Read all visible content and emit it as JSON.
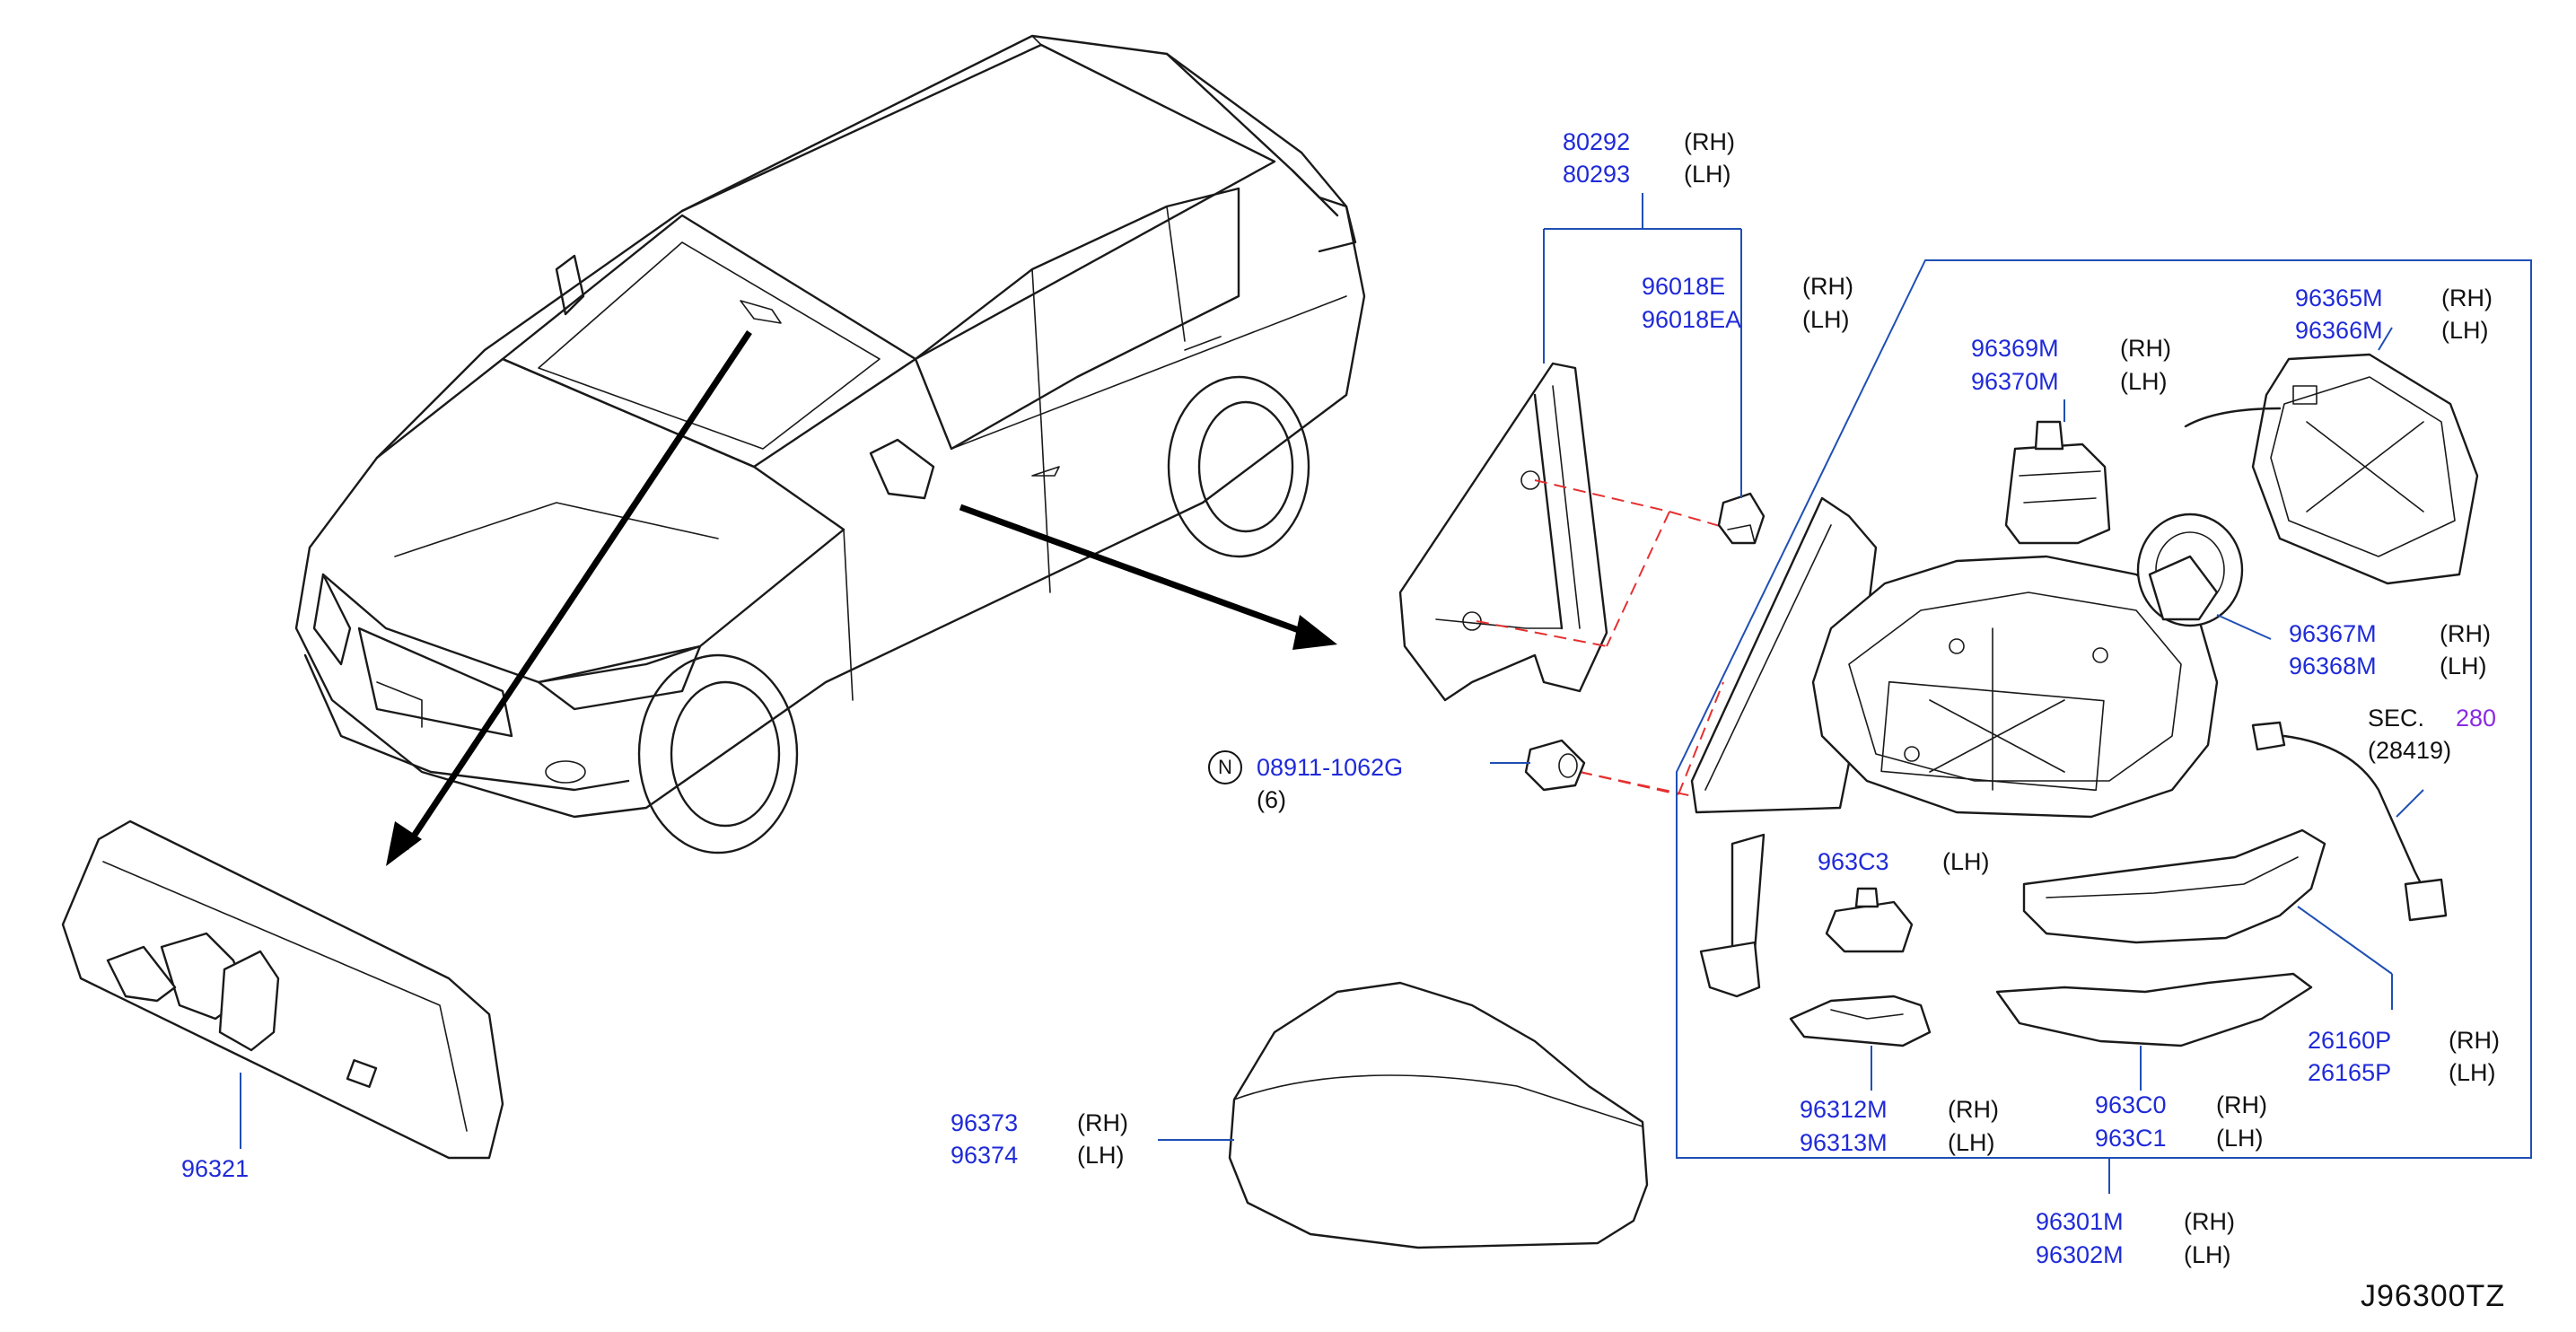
{
  "diagram_code": "J96300TZ",
  "callouts": {
    "finisher": {
      "rh": "80292",
      "lh": "80293",
      "rh_tag": "(RH)",
      "lh_tag": "(LH)"
    },
    "clip": {
      "rh": "96018E",
      "lh": "96018EA",
      "rh_tag": "(RH)",
      "lh_tag": "(LH)"
    },
    "actuator": {
      "rh": "96369M",
      "lh": "96370M",
      "rh_tag": "(RH)",
      "lh_tag": "(LH)"
    },
    "glass": {
      "rh": "96365M",
      "lh": "96366M",
      "rh_tag": "(RH)",
      "lh_tag": "(LH)"
    },
    "motor": {
      "rh": "96367M",
      "lh": "96368M",
      "rh_tag": "(RH)",
      "lh_tag": "(LH)"
    },
    "section": {
      "prefix": "SEC.",
      "num": "280",
      "sub": "(28419)"
    },
    "nut": {
      "symbol": "N",
      "pn": "08911-1062G",
      "qty": "(6)"
    },
    "lamp": {
      "lh": "963C3",
      "lh_tag": "(LH)"
    },
    "turn_lamp": {
      "rh": "26160P",
      "lh": "26165P",
      "rh_tag": "(RH)",
      "lh_tag": "(LH)"
    },
    "puddle_cover": {
      "rh": "96312M",
      "lh": "96313M",
      "rh_tag": "(RH)",
      "lh_tag": "(LH)"
    },
    "garnish": {
      "rh": "963C0",
      "lh": "963C1",
      "rh_tag": "(RH)",
      "lh_tag": "(LH)"
    },
    "mirror_assy": {
      "rh": "96301M",
      "lh": "96302M",
      "rh_tag": "(RH)",
      "lh_tag": "(LH)"
    },
    "cap": {
      "rh": "96373",
      "lh": "96374",
      "rh_tag": "(RH)",
      "lh_tag": "(LH)"
    },
    "inner_mirror": {
      "pn": "96321"
    }
  },
  "colors": {
    "part_number": "#1f2ad8",
    "section_number": "#8a2be2",
    "leader": "#1f4fb4",
    "dash_guide": "#e53030",
    "linework": "#1a1a1a"
  }
}
